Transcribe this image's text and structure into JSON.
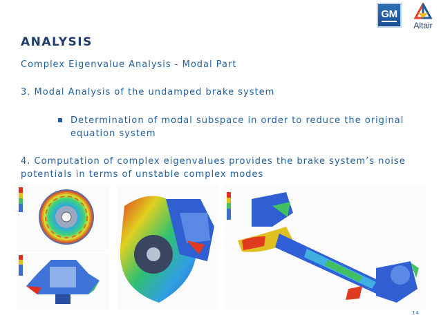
{
  "slide": {
    "title": "ANALYSIS",
    "subtitle": "Complex Eigenvalue Analysis - Modal Part",
    "item3": "3. Modal Analysis of the undamped brake system",
    "bullet": "Determination of modal subspace in order to reduce the original equation system",
    "item4": "4. Computation of complex eigenvalues provides the brake system’s noise potentials in terms of unstable complex modes",
    "page_number": "14"
  },
  "logos": {
    "gm": "GM",
    "altair": "Altair"
  },
  "colors": {
    "title": "#1f3d6b",
    "body_text": "#1f5f9e",
    "gm_blue": "#1a4f92"
  },
  "figures": [
    {
      "name": "brake-disc-contour-plot"
    },
    {
      "name": "caliper-section-contour-plot"
    },
    {
      "name": "brake-assembly-contour-plot"
    },
    {
      "name": "rear-axle-contour-plot"
    }
  ]
}
